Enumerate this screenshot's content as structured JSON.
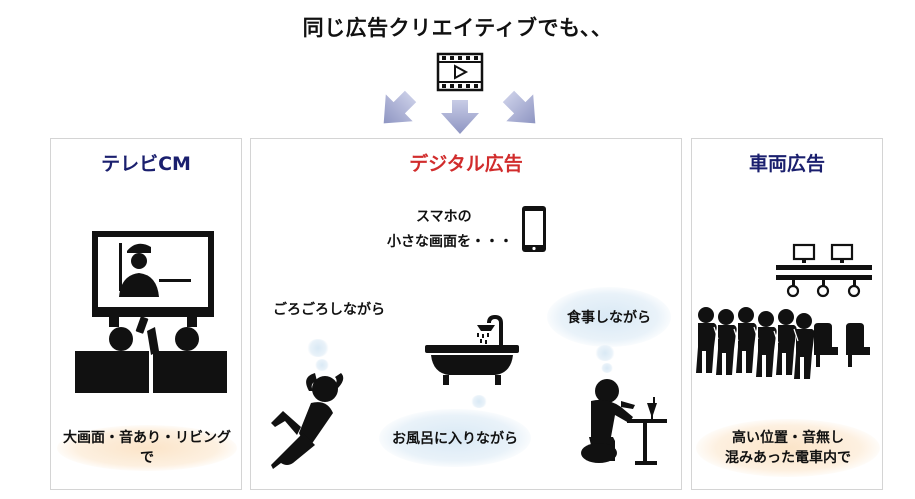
{
  "header": {
    "title": "同じ広告クリエイティブでも、、"
  },
  "panels": {
    "tv": {
      "title": "テレビCM",
      "caption": "大画面・音あり・リビングで"
    },
    "digital": {
      "title": "デジタル広告",
      "phone_text_line1": "スマホの",
      "phone_text_line2": "小さな画面を・・・",
      "lounging": "ごろごろしながら",
      "eating": "食事しながら",
      "bath": "お風呂に入りながら"
    },
    "train": {
      "title": "車両広告",
      "caption_line1": "高い位置・音無し",
      "caption_line2": "混みあった電車内で"
    }
  },
  "icons": {
    "film": "video-film-icon",
    "arrows": "arrow-down-icon",
    "tv": "tv-viewers-icon",
    "phone": "smartphone-icon",
    "bath": "bathtub-icon",
    "lounge": "person-lounging-icon",
    "eat": "person-eating-icon",
    "train": "train-interior-icon"
  },
  "colors": {
    "navy": "#1a1f6e",
    "red": "#d12c2c",
    "arrow": "#9aa0c8",
    "oval": "#fbe4c8",
    "cloud": "#d9e9f5"
  }
}
